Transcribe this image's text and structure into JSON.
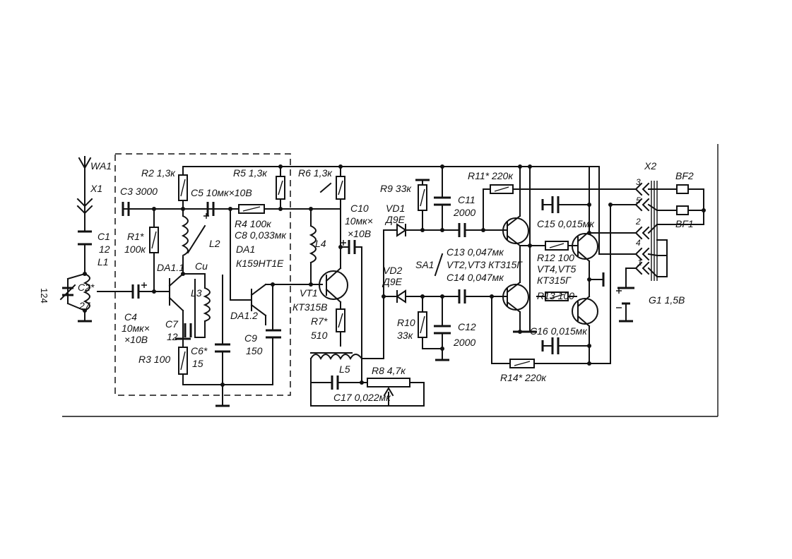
{
  "page_number": "124",
  "labels": {
    "wa1": "WA1",
    "x1": "X1",
    "c1": "C1",
    "c1v": "12",
    "l1": "L1",
    "c2": "C2*",
    "c2v": "27",
    "r2": "R2 1,3к",
    "c3": "C3  3000",
    "r1": "R1*",
    "r1v": "100к",
    "c5": "C5  10мк×10В",
    "l2": "L2",
    "da11": "DA1.1",
    "cu": "Cu",
    "c4": "C4",
    "c4v1": "10мк×",
    "c4v2": "×10В",
    "l3": "L3",
    "c7": "C7",
    "c7v": "12",
    "c6": "C6*",
    "c6v": "15",
    "r3": "R3  100",
    "r5": "R5  1,3к",
    "r4": "R4  100к",
    "c8": "C8  0,033мк",
    "da1": "DA1",
    "da1t": "К159НТ1Е",
    "da12": "DA1.2",
    "c9": "C9",
    "c9v": "150",
    "r6": "R6  1,3к",
    "l4": "L4",
    "c10": "C10",
    "c10v1": "10мк×",
    "c10v2": "×10В",
    "vt1": "VT1",
    "vt1t": "КТ315В",
    "r7": "R7*",
    "r7v": "510",
    "l5": "L5",
    "r8": "R8  4,7к",
    "c17": "C17  0,022мк",
    "r9": "R9  33к",
    "vd1": "VD1",
    "vd1t": "Д9Е",
    "c11": "C11",
    "c11v": "2000",
    "sa1": "SA1",
    "vd2": "VD2",
    "vd2t": "Д9Е",
    "r10": "R10",
    "r10v": "33к",
    "c12": "C12",
    "c12v": "2000",
    "r11": "R11*  220к",
    "c13": "C13  0,047мк",
    "vt23": "VT2,VT3  КТ315Г",
    "c14": "C14  0,047мк",
    "c15": "C15  0,015мк",
    "r12": "R12  100",
    "vt45": "VT4,VT5",
    "vt45t": "КТ315Г",
    "r13": "R13  100",
    "c16": "C16  0,015мк",
    "r14": "R14*  220к",
    "x2": "X2",
    "bf2": "BF2",
    "bf1": "BF1",
    "g1": "G1  1,5В",
    "pin3": "3",
    "pin5": "5",
    "pin2": "2",
    "pin4": "4",
    "pin1": "1"
  }
}
